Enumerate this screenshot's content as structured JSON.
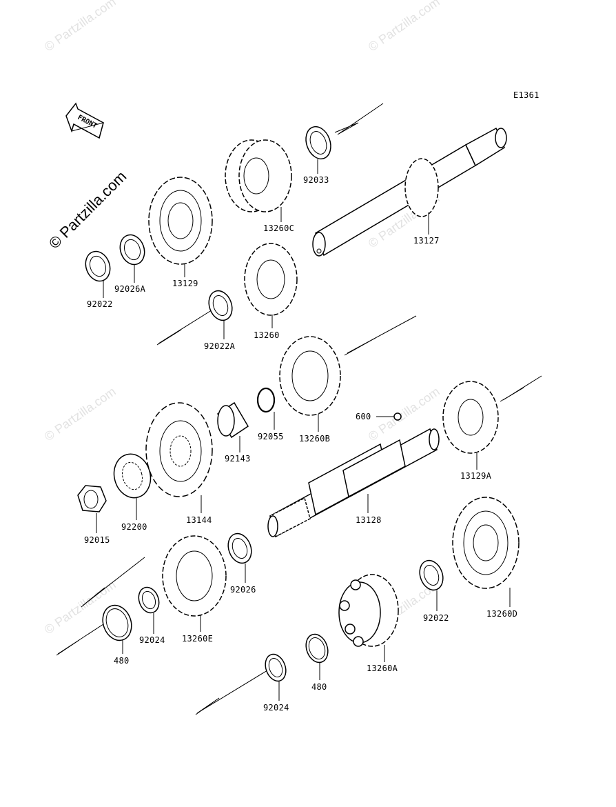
{
  "diagram_code": "E1361",
  "front_label": "FRONT",
  "watermark": "© Partzilla.com",
  "parts": [
    {
      "id": "p92033",
      "label": "92033"
    },
    {
      "id": "p13260C",
      "label": "13260C"
    },
    {
      "id": "p13127",
      "label": "13127"
    },
    {
      "id": "p13129",
      "label": "13129"
    },
    {
      "id": "p92026A",
      "label": "92026A"
    },
    {
      "id": "p92022_top",
      "label": "92022"
    },
    {
      "id": "p13260",
      "label": "13260"
    },
    {
      "id": "p92022A",
      "label": "92022A"
    },
    {
      "id": "p13260B",
      "label": "13260B"
    },
    {
      "id": "p600",
      "label": "600"
    },
    {
      "id": "p92055",
      "label": "92055"
    },
    {
      "id": "p92143",
      "label": "92143"
    },
    {
      "id": "p13129A",
      "label": "13129A"
    },
    {
      "id": "p13144",
      "label": "13144"
    },
    {
      "id": "p92200",
      "label": "92200"
    },
    {
      "id": "p92015",
      "label": "92015"
    },
    {
      "id": "p13128",
      "label": "13128"
    },
    {
      "id": "p13260D",
      "label": "13260D"
    },
    {
      "id": "p92026",
      "label": "92026"
    },
    {
      "id": "p92022_mid",
      "label": "92022"
    },
    {
      "id": "p92024_left",
      "label": "92024"
    },
    {
      "id": "p13260E",
      "label": "13260E"
    },
    {
      "id": "p480_left",
      "label": "480"
    },
    {
      "id": "p13260A",
      "label": "13260A"
    },
    {
      "id": "p480_right",
      "label": "480"
    },
    {
      "id": "p92024_bottom",
      "label": "92024"
    }
  ]
}
